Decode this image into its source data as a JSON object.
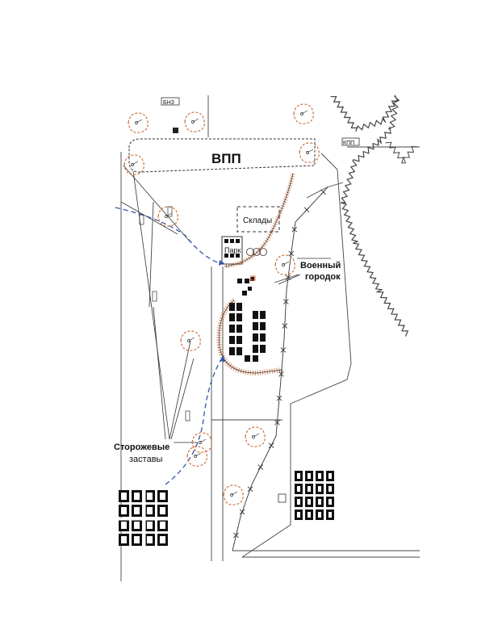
{
  "map": {
    "labels": {
      "top_marker": "БНЗ",
      "runway": "ВПП",
      "control_point": "КПП",
      "warehouses": "Склады",
      "park": "Парк",
      "military_town_line1": "Военный",
      "military_town_line2": "городок",
      "guard_posts_line1": "Сторожевые",
      "guard_posts_line2": "заставы"
    },
    "colors": {
      "post_outline": "#c8632c",
      "route": "#3355aa",
      "fence": "#333333",
      "building": "#111111",
      "river": "#444444"
    },
    "icons": [
      "guard-post-icon",
      "barbed-fence-icon",
      "building-icon",
      "tank-icon",
      "fuel-tank-icon",
      "river-icon"
    ]
  }
}
